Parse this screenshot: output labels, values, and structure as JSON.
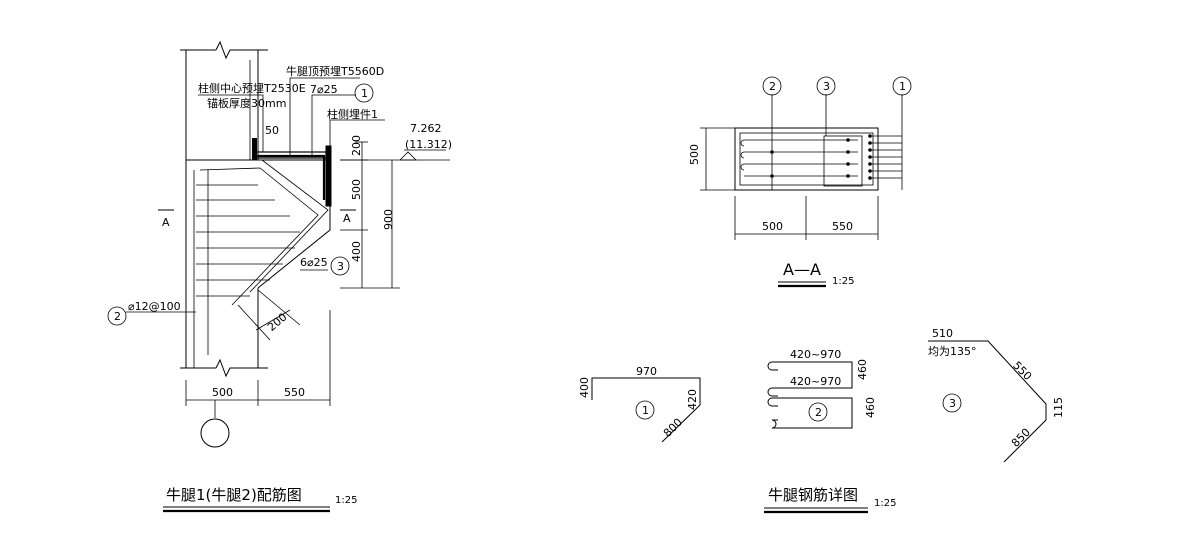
{
  "view1": {
    "title": "牛腿1(牛腿2)配筋图",
    "scale": "1:25",
    "labels": {
      "top_embed": "牛腿顶预埋T5560D",
      "side_center_embed": "柱侧中心预埋T2530E",
      "plate_thickness": "锚板厚度30mm",
      "bars_top": "7⌀25",
      "side_embed": "柱侧埋件1",
      "dim_50": "50",
      "elev": "7.262",
      "elev_alt": "(11.312)",
      "dim_200a": "200",
      "dim_500v": "500",
      "dim_900": "900",
      "dim_400": "400",
      "bars_inclined": "6⌀25",
      "stirrups": "⌀12@100",
      "dim_200b": "200",
      "dim_500h": "500",
      "dim_550h": "550",
      "section_mark": "A"
    },
    "callouts": {
      "c1": "1",
      "c2": "2",
      "c3": "3"
    }
  },
  "section": {
    "title": "A—A",
    "scale": "1:25",
    "dims": {
      "height": "500",
      "w1": "500",
      "w2": "550"
    },
    "callouts": {
      "c1": "1",
      "c2": "2",
      "c3": "3"
    }
  },
  "detail": {
    "title": "牛腿钢筋详图",
    "scale": "1:25",
    "bar1": {
      "top": "970",
      "left": "400",
      "right": "420",
      "diag": "800",
      "id": "1"
    },
    "bar2": {
      "top1": "420~970",
      "top2": "420~970",
      "side1": "460",
      "side2": "460",
      "id": "2"
    },
    "bar3": {
      "top": "510",
      "note": "均为135°",
      "seg1": "550",
      "seg2": "115",
      "seg3": "850",
      "id": "3"
    }
  }
}
